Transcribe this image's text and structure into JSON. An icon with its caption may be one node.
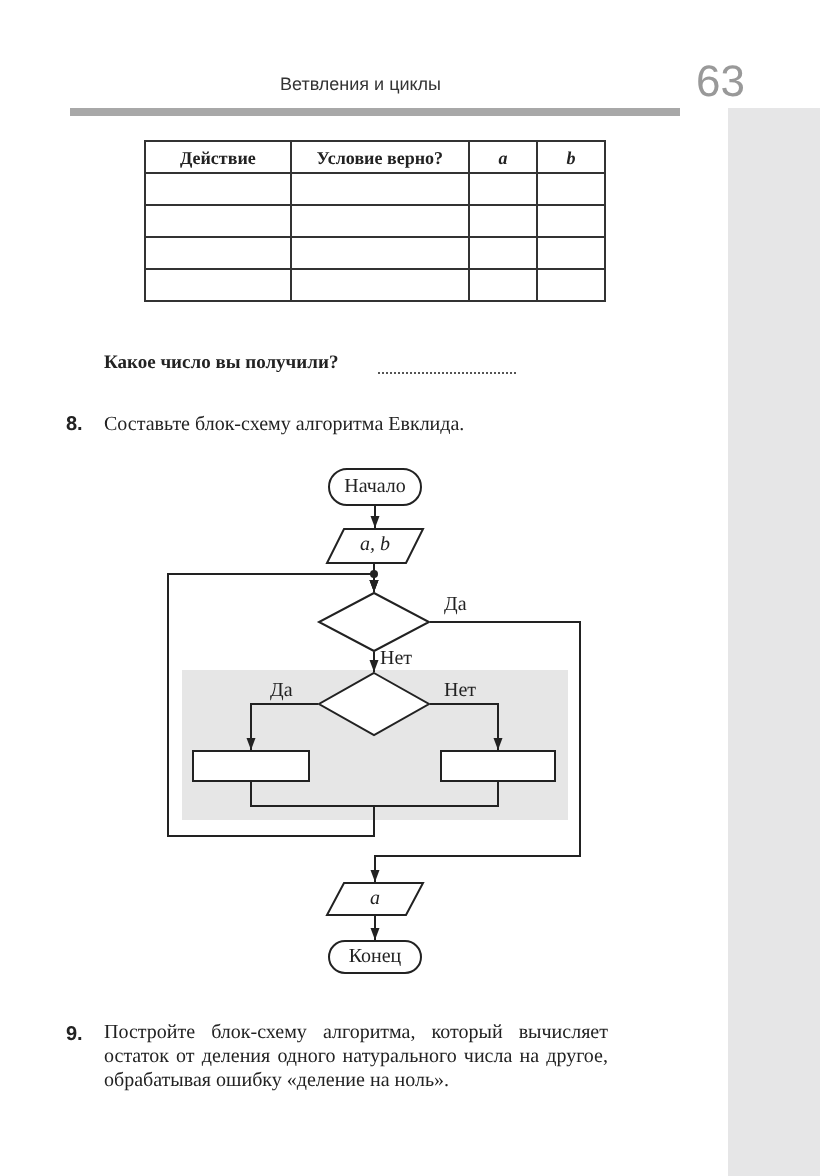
{
  "diagram": {
    "nodes": [
      {
        "text": [
          "Начало"
        ]
      },
      {
        "text": [
          "a, b"
        ]
      },
      {
        "text": [],
        "shape": "diamond"
      },
      {
        "text": [],
        "shape": "box"
      },
      {
        "text": [],
        "shape": "diamond",
        "in": 3
      },
      {
        "text": [],
        "shape": "box",
        "in": 3
      },
      {
        "text": [],
        "shape": "box",
        "in": 3
      },
      {
        "text": [
          "a"
        ]
      },
      {
        "text": [
          "Конец"
        ]
      }
    ],
    "edges": [
      {
        "from": 0,
        "to": 1,
        "arrow": "to"
      },
      {
        "from": 1,
        "to": 2,
        "arrow": "to"
      },
      {
        "from": 2,
        "to": 7,
        "arrow": "to",
        "label": "Да"
      },
      {
        "from": 2,
        "to": 4,
        "arrow": "to",
        "label": "Нет"
      },
      {
        "from": 4,
        "to": 5,
        "arrow": "to",
        "label": "Да"
      },
      {
        "from": 4,
        "to": 6,
        "arrow": "to",
        "label": "Нет"
      },
      {
        "from": 5,
        "to": 2,
        "arrow": "to"
      },
      {
        "from": 6,
        "to": 2,
        "arrow": "to"
      },
      {
        "from": 7,
        "to": 8,
        "arrow": "to"
      }
    ],
    "labels": [
      "Ветвления и циклы",
      "63",
      "Действие",
      "Условие верно?",
      "a",
      "b",
      "Какое число вы получили?",
      "8.",
      "Составьте блок-схему алгоритма Евклида.",
      "9.",
      "Постройте блок-схему алгоритма, который вычисляет остаток от деления одного натурального числа на другое, обрабатывая ошибку «деление на ноль»."
    ]
  }
}
